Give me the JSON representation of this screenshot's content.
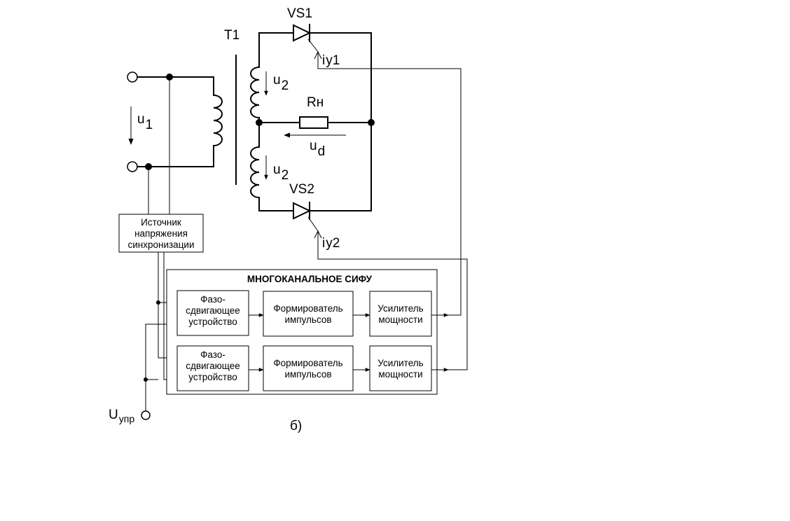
{
  "labels": {
    "transformer": "T1",
    "thyristor1": "VS1",
    "thyristor2": "VS2",
    "load": "Rн",
    "u1_main": "u",
    "u1_sub": "1",
    "u2_main": "u",
    "u2_sub": "2",
    "ud_main": "u",
    "ud_sub": "d",
    "iy1_main": "i",
    "iy1_sub": "y1",
    "iy2_main": "i",
    "iy2_sub": "y2",
    "uupr_main": "U",
    "uupr_sub": "упр",
    "figure": "б)"
  },
  "sync_source": [
    "Источник",
    "напряжения",
    "синхронизации"
  ],
  "sifu": {
    "title": "МНОГОКАНАЛЬНОЕ СИФУ",
    "phase_shifter": [
      "Фазо-",
      "сдвигающее",
      "устройство"
    ],
    "pulse_former": [
      "Формирователь",
      "импульсов"
    ],
    "power_amp": [
      "Усилитель",
      "мощности"
    ]
  }
}
